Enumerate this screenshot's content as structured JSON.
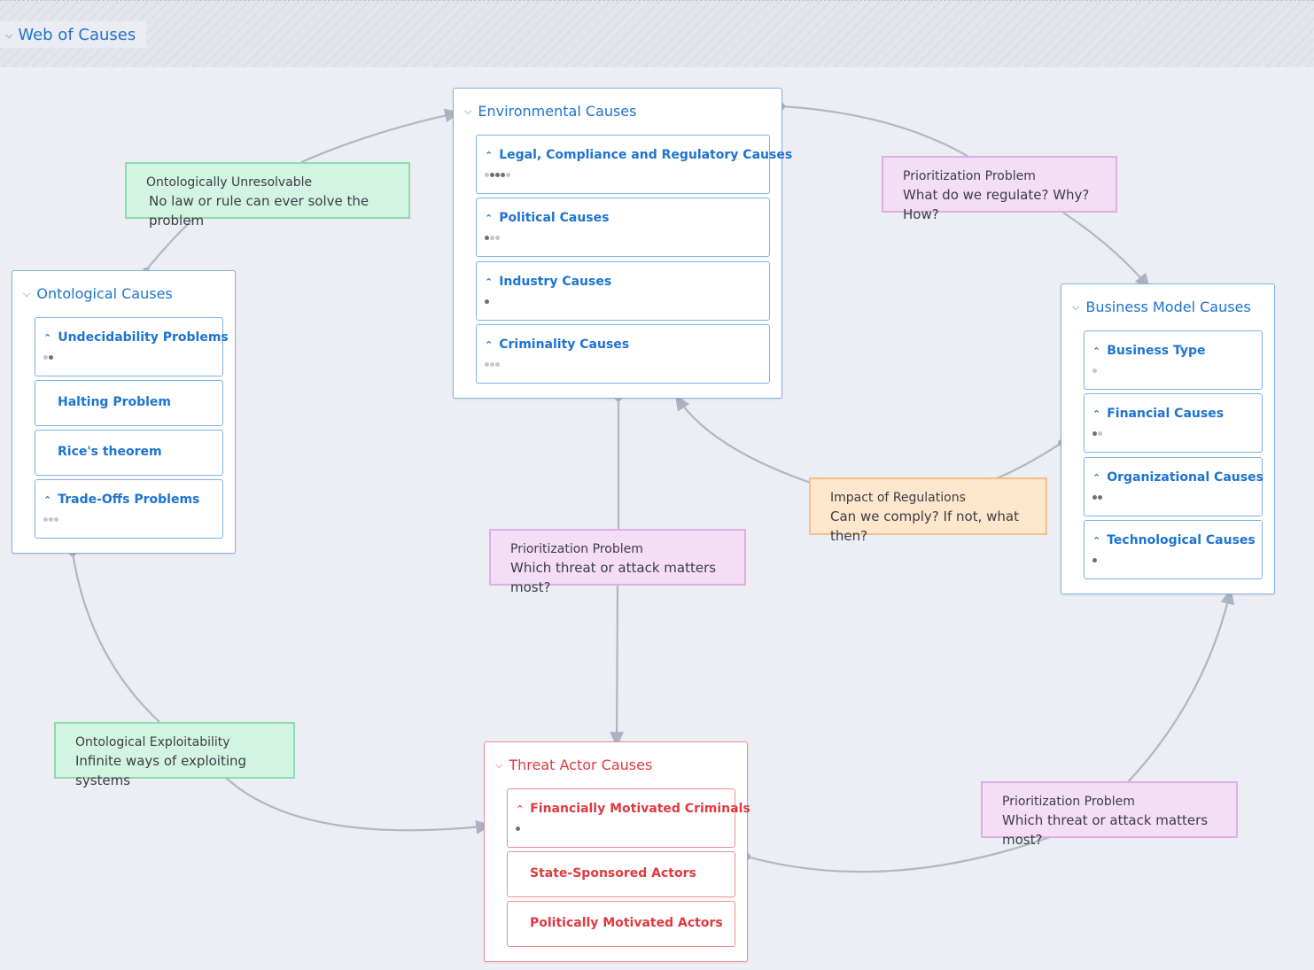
{
  "page": {
    "title": "Web of Causes"
  },
  "groups": {
    "environmental": {
      "title": "Environmental Causes",
      "items": [
        {
          "label": "Legal, Compliance and Regulatory Causes",
          "dots": "○●●●○"
        },
        {
          "label": "Political Causes",
          "dots": "●○○"
        },
        {
          "label": "Industry Causes",
          "dots": "●"
        },
        {
          "label": "Criminality Causes",
          "dots": "○○○"
        }
      ]
    },
    "ontological": {
      "title": "Ontological Causes",
      "items": [
        {
          "label": "Undecidability Problems",
          "dots": "○●"
        },
        {
          "label": "Halting Problem"
        },
        {
          "label": "Rice's theorem"
        },
        {
          "label": "Trade-Offs Problems",
          "dots": "○○○"
        }
      ]
    },
    "business": {
      "title": "Business Model Causes",
      "items": [
        {
          "label": "Business Type",
          "dots": "○"
        },
        {
          "label": "Financial Causes",
          "dots": "●○"
        },
        {
          "label": "Organizational Causes",
          "dots": "●●"
        },
        {
          "label": "Technological Causes",
          "dots": "●"
        }
      ]
    },
    "threat": {
      "title": "Threat Actor Causes",
      "items": [
        {
          "label": "Financially Motivated Criminals",
          "dots": "●"
        },
        {
          "label": "State-Sponsored Actors"
        },
        {
          "label": "Politically Motivated Actors"
        }
      ]
    }
  },
  "notes": {
    "unresolvable": {
      "title": "Ontologically Unresolvable",
      "body": "No law or rule can ever solve the problem"
    },
    "exploitability": {
      "title": "Ontological Exploitability",
      "body": "Infinite ways of exploiting systems"
    },
    "prior_regulate": {
      "title": "Prioritization Problem",
      "body": "What do we regulate? Why? How?"
    },
    "prior_center": {
      "title": "Prioritization Problem",
      "body": "Which threat or attack matters most?"
    },
    "prior_right": {
      "title": "Prioritization Problem",
      "body": "Which threat or attack matters most?"
    },
    "impact": {
      "title": "Impact of Regulations",
      "body": "Can we comply? If not, what then?"
    }
  },
  "colors": {
    "blue": "#1d73d1",
    "red": "#e0393f",
    "green_note": "#d4f4e3",
    "purple_note": "#f5ddf6",
    "orange_note": "#fde6cc",
    "edge": "#aab1c2"
  },
  "icons": {
    "expanded": "chevron-down-icon",
    "collapsed": "chevron-up-icon",
    "dots": "dot-indicator-icon"
  }
}
